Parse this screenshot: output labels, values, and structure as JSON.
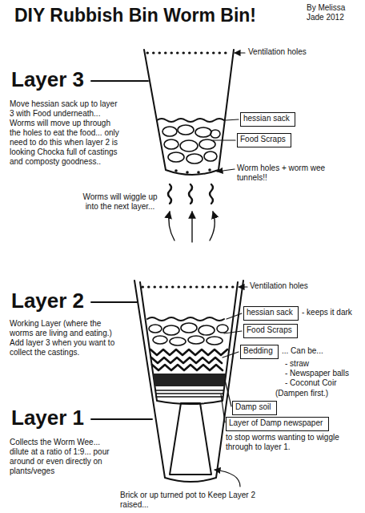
{
  "diagram": {
    "title": "DIY Rubbish Bin Worm Bin!",
    "nodes": [
      {
        "text": [
          "hessian sack"
        ]
      },
      {
        "text": [
          "Food Scraps"
        ]
      },
      {
        "text": [
          "hessian sack"
        ]
      },
      {
        "text": [
          "Food Scraps"
        ]
      },
      {
        "text": [
          "Bedding"
        ]
      },
      {
        "text": [
          "Damp soil"
        ]
      },
      {
        "text": [
          "Layer of Damp newspaper"
        ]
      }
    ],
    "labels": [
      "By Melissa Jade 2012",
      "Layer 3",
      "Ventilation holes",
      "Move hessian sack up to layer 3 with Food underneath... Worms will move up through the holes to eat the food... only need to do this when layer 2 is looking Chocka full of castings and composty goodness..",
      "Worm holes + worm wee tunnels!!",
      "Worms will wiggle up into the next layer...",
      "Layer 2",
      "Ventilation holes",
      "Working Layer (where the worms are living and eating.) Add layer 3 when you want to collect the castings.",
      "- keeps it dark",
      "... Can be...",
      "- straw",
      "- Newspaper balls",
      "- Coconut Coir",
      "(Dampen first.)",
      "Layer 1",
      "to stop worms wanting to wiggle through to layer 1.",
      "Collects the Worm Wee... dilute at a ratio of 1:9... pour around or even directly on plants/veges",
      "Brick or up turned pot to Keep Layer 2 raised..."
    ]
  }
}
